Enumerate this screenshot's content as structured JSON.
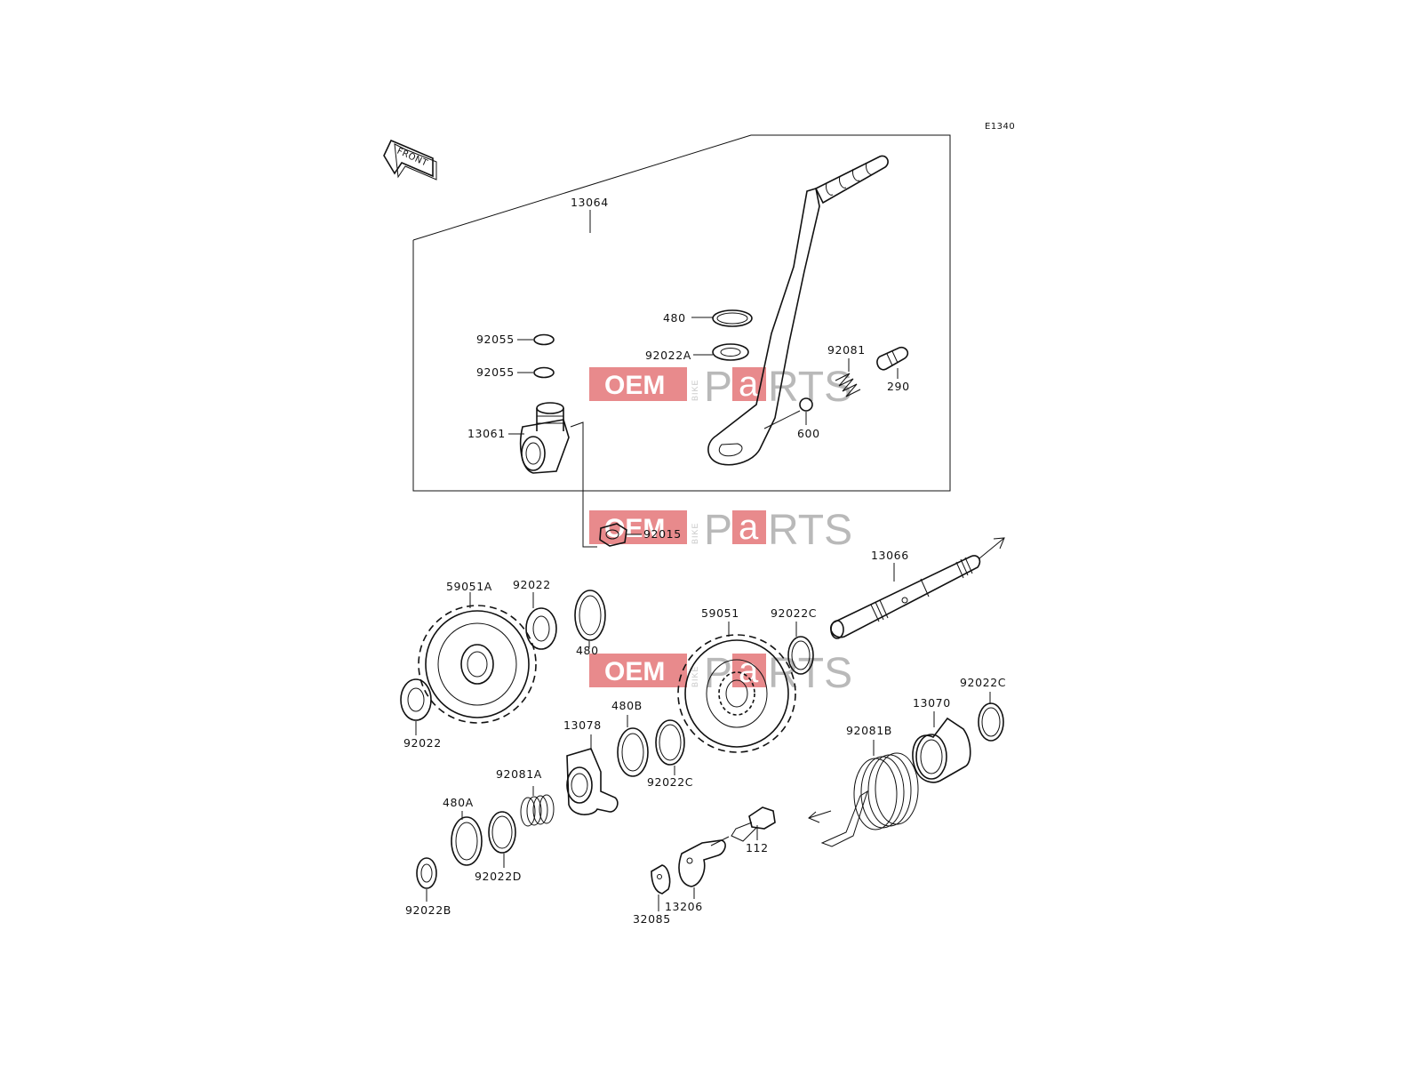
{
  "diagram": {
    "code": "E1340",
    "front_label": "FRONT",
    "parts": [
      "13064",
      "480",
      "92022A",
      "92081",
      "290",
      "600",
      "92055",
      "92055",
      "13061",
      "92015",
      "13066",
      "59051A",
      "92022",
      "480",
      "59051",
      "92022C",
      "92022",
      "480B",
      "13078",
      "92022C",
      "92081A",
      "480A",
      "92022D",
      "92022B",
      "13070",
      "92022C",
      "92081B",
      "112",
      "13206",
      "32085"
    ]
  },
  "watermark": {
    "oem": "OEM",
    "bike": "BIKE",
    "parts_p": "P",
    "parts_a": "a",
    "parts_rts": "RTS"
  },
  "colors": {
    "watermark_red": "#e88a8c",
    "watermark_grey": "#b9b9b9",
    "line": "#111111"
  }
}
